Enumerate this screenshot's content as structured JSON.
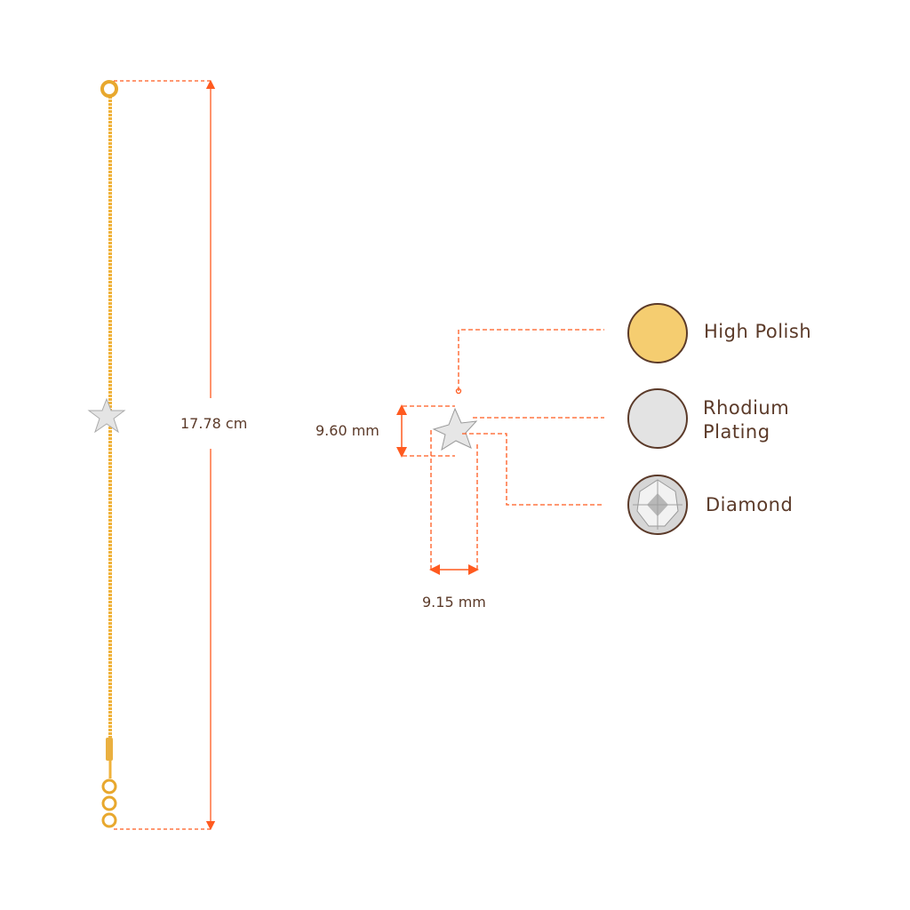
{
  "dimensions": {
    "length": "17.78 cm",
    "pendant_height": "9.60 mm",
    "pendant_width": "9.15 mm"
  },
  "legend": [
    {
      "label": "High Polish",
      "swatch_color": "#f5cd70",
      "icon": "gold-swatch-icon"
    },
    {
      "label": "Rhodium Plating",
      "swatch_color": "#e3e3e3",
      "icon": "rhodium-swatch-icon"
    },
    {
      "label": "Diamond",
      "swatch_color": "#cfcfcf",
      "icon": "diamond-swatch-icon"
    }
  ],
  "colors": {
    "dimension_line": "#ff5a1f",
    "text": "#5b3a29",
    "gold": "#f2b53c"
  }
}
